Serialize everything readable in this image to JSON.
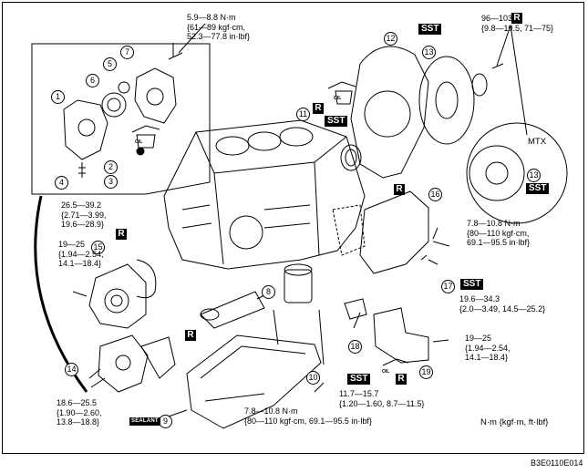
{
  "torques": {
    "t_top": [
      "5.9—8.8 N·m",
      "{61—89 kgf·cm,",
      "52.3—77.8 in·lbf}"
    ],
    "t_right_top": [
      "96—103",
      "{9.8—10.5, 71—75}"
    ],
    "t_left_pump": [
      "26.5—39.2",
      "{2.71—3.99,",
      "19.6—28.9}"
    ],
    "t_left_mid": [
      "19—25",
      "{1.94—2.54,",
      "14.1—18.4}"
    ],
    "t_right_mid": [
      "7.8—10.8 N·m",
      "{80—110 kgf·cm,",
      "69.1—95.5 in·lbf}"
    ],
    "t_right_sst": [
      "19.6—34.3",
      "{2.0—3.49, 14.5—25.2}"
    ],
    "t_right_low": [
      "19—25",
      "{1.94—2.54,",
      "14.1—18.4}"
    ],
    "t_bottom_left": [
      "18.6—25.5",
      "{1.90—2.60,",
      "13.8—18.8}"
    ],
    "t_oilpan": [
      "7.8—10.8 N·m",
      "{80—110 kgf·cm, 69.1—95.5 in·lbf}"
    ],
    "t_filter": [
      "11.7—15.7",
      "{1.20—1.60, 8.7—11.5}"
    ]
  },
  "labels": {
    "mtx": "MTX",
    "units": "N·m {kgf·m, ft·lbf}",
    "figure_code": "B3E0110E014",
    "sst": "SST",
    "r": "R",
    "oil": "OIL",
    "sealant": "SEALANT"
  },
  "callouts": [
    "1",
    "2",
    "3",
    "4",
    "5",
    "6",
    "7",
    "8",
    "9",
    "10",
    "11",
    "12",
    "13",
    "13",
    "14",
    "15",
    "16",
    "17",
    "18",
    "19"
  ]
}
